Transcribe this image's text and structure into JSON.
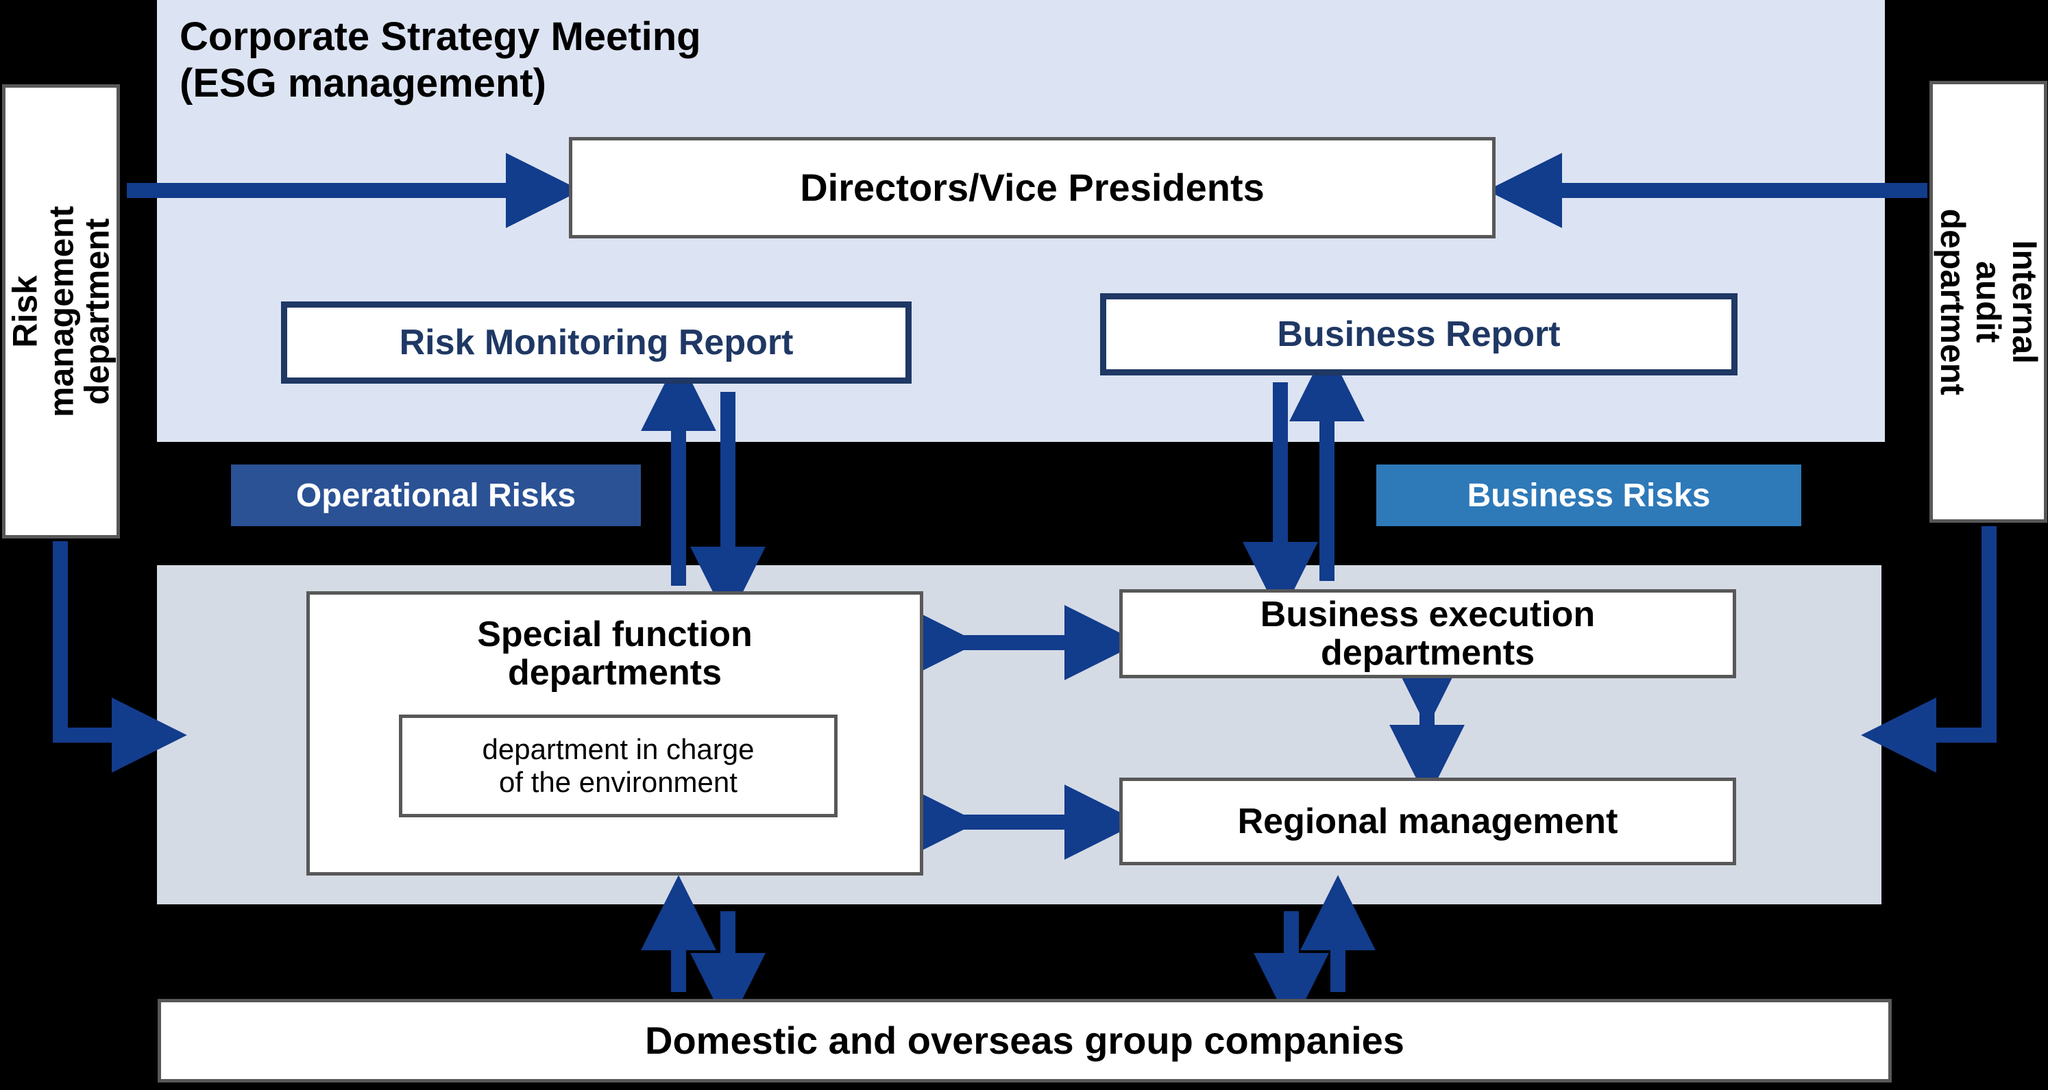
{
  "diagram": {
    "title": "Corporate Strategy Meeting\n(ESG management)",
    "background_color": "#000000",
    "panels": {
      "top": {
        "name": "Corporate Strategy Meeting panel",
        "color": "#dce3f2"
      },
      "middle": {
        "name": "Execution panel",
        "color": "#d5dbe5"
      }
    },
    "accent_colors": {
      "arrow_blue": "#123c8c",
      "navy_border": "#1f3864",
      "operational_risk_badge": "#2b5295",
      "business_risk_badge": "#2e79b8",
      "box_border_gray": "#585858"
    },
    "boxes": {
      "directors": "Directors/Vice Presidents",
      "risk_monitoring_report": "Risk Monitoring Report",
      "business_report": "Business Report",
      "special_function_departments": "Special function\ndepartments",
      "environment_department": "department in charge\nof the environment",
      "business_execution_departments": "Business execution\ndepartments",
      "regional_management": "Regional management",
      "group_companies": "Domestic and overseas group companies"
    },
    "side_boxes": {
      "risk_management_department": "Risk management\ndepartment",
      "internal_audit_department": "Internal audit\ndepartment"
    },
    "badges": {
      "operational_risks": "Operational Risks",
      "business_risks": "Business Risks"
    },
    "connectors": [
      {
        "name": "risk-mgmt-to-directors",
        "from": "Risk management department",
        "to": "Directors/Vice Presidents",
        "direction": "right"
      },
      {
        "name": "audit-to-directors",
        "from": "Internal audit department",
        "to": "Directors/Vice Presidents",
        "direction": "left"
      },
      {
        "name": "risk-mgmt-to-execution-panel",
        "from": "Risk management department",
        "to": "Execution panel",
        "direction": "elbow-down-right"
      },
      {
        "name": "audit-to-execution-panel",
        "from": "Internal audit department",
        "to": "Execution panel",
        "direction": "elbow-down-left"
      },
      {
        "name": "special-function-to-risk-report",
        "direction": "up"
      },
      {
        "name": "risk-report-to-special-function",
        "direction": "down"
      },
      {
        "name": "business-report-to-business-exec",
        "direction": "down"
      },
      {
        "name": "business-exec-to-business-report",
        "direction": "up"
      },
      {
        "name": "special-function-to-business-exec",
        "direction": "both"
      },
      {
        "name": "special-function-to-regional",
        "direction": "both"
      },
      {
        "name": "business-exec-to-regional",
        "direction": "both"
      },
      {
        "name": "special-function-to-group",
        "direction": "up"
      },
      {
        "name": "group-to-special-function",
        "direction": "down"
      },
      {
        "name": "regional-to-group",
        "direction": "down"
      },
      {
        "name": "group-to-regional",
        "direction": "up"
      }
    ]
  }
}
